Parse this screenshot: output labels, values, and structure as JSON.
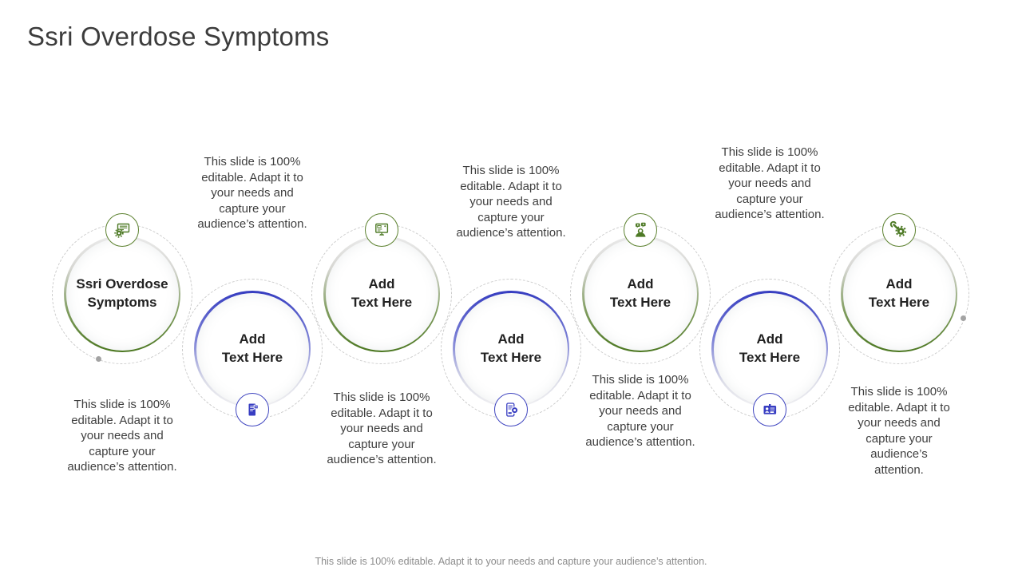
{
  "slide": {
    "title": "Ssri Overdose Symptoms",
    "footer": "This slide is 100% editable. Adapt it to your needs and capture your audience’s attention."
  },
  "colors": {
    "accent_green": "#4e7a26",
    "accent_blue": "#383ec2",
    "dashed_ring": "#cbcbcb",
    "title_text": "#3c3c3c",
    "caption_text": "#3f3f3f",
    "footer_text": "#8c8c8c"
  },
  "nodes": [
    {
      "label": "Ssri Overdose\nSymptoms",
      "accent": "green",
      "icon": "certificate-seal-icon",
      "icon_position": "top",
      "caption": "This slide is 100%\neditable. Adapt it to\nyour needs and\ncapture your\naudience’s attention.",
      "caption_position": "below"
    },
    {
      "label": "Add\nText Here",
      "accent": "blue",
      "icon": "mobile-document-icon",
      "icon_position": "bottom",
      "caption": "This slide is 100%\neditable. Adapt it to\nyour needs and\ncapture your\naudience’s attention.",
      "caption_position": "above"
    },
    {
      "label": "Add\nText Here",
      "accent": "green",
      "icon": "monitor-icon",
      "icon_position": "top",
      "caption": "This slide is 100%\neditable. Adapt it to\nyour needs and\ncapture your\naudience’s attention.",
      "caption_position": "below"
    },
    {
      "label": "Add\nText Here",
      "accent": "blue",
      "icon": "mobile-settings-icon",
      "icon_position": "bottom",
      "caption": "This slide is 100%\neditable. Adapt it to\nyour needs and\ncapture your\naudience’s attention.",
      "caption_position": "above"
    },
    {
      "label": "Add\nText Here",
      "accent": "green",
      "icon": "person-chat-icon",
      "icon_position": "top",
      "caption": "This slide is 100%\neditable. Adapt it to\nyour needs and\ncapture your\naudience’s attention.",
      "caption_position": "below"
    },
    {
      "label": "Add\nText Here",
      "accent": "blue",
      "icon": "id-card-icon",
      "icon_position": "bottom",
      "caption": "This slide is 100%\neditable. Adapt it to\nyour needs and\ncapture your\naudience’s attention.",
      "caption_position": "above"
    },
    {
      "label": "Add\nText Here",
      "accent": "green",
      "icon": "gear-wrench-icon",
      "icon_position": "top",
      "caption": "This slide is 100%\neditable. Adapt it to\nyour needs and\ncapture your\naudience’s\nattention.",
      "caption_position": "below"
    }
  ]
}
